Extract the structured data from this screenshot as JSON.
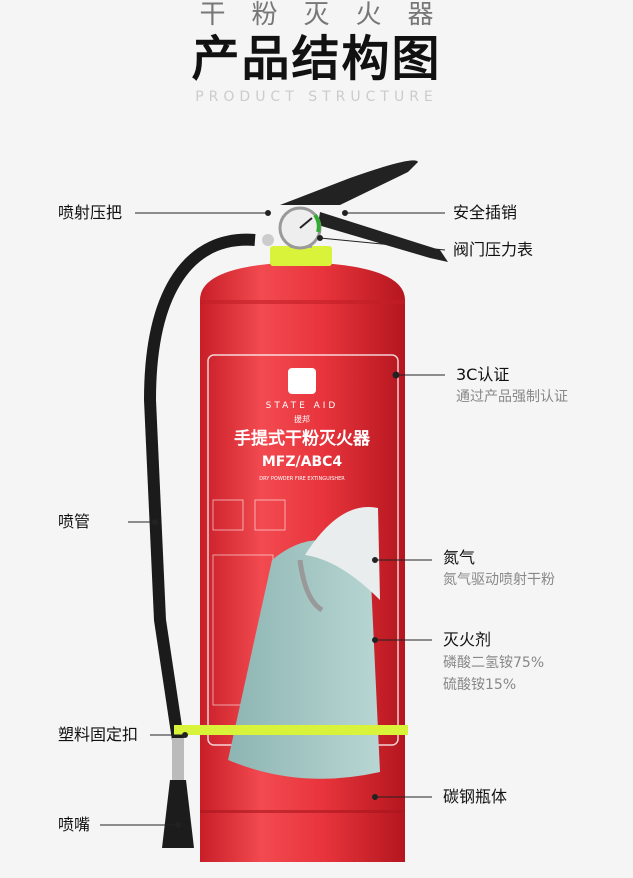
{
  "header": {
    "subtitle": "干粉灭火器",
    "title": "产品结构图",
    "english": "PRODUCT STRUCTURE"
  },
  "bottle_label": {
    "brand_en": "STATE AID",
    "brand_cn": "援邦",
    "product": "手提式干粉灭火器",
    "model": "MFZ/ABC4",
    "product_en": "DRY POWDER FIRE EXTINGUISHER"
  },
  "callouts": {
    "lever": "喷射压把",
    "pin": "安全插销",
    "gauge": "阀门压力表",
    "cert": "3C认证",
    "cert_desc": "通过产品强制认证",
    "hose": "喷管",
    "nitrogen": "氮气",
    "nitrogen_desc": "氮气驱动喷射干粉",
    "agent": "灭火剂",
    "agent_desc1": "磷酸二氢铵75%",
    "agent_desc2": "硫酸铵15%",
    "clip": "塑料固定扣",
    "body": "碳钢瓶体",
    "nozzle": "喷嘴"
  },
  "colors": {
    "body": "#e8343c",
    "powder": "#9fc3c0",
    "clip": "#d9f23a",
    "handle": "#222222"
  }
}
